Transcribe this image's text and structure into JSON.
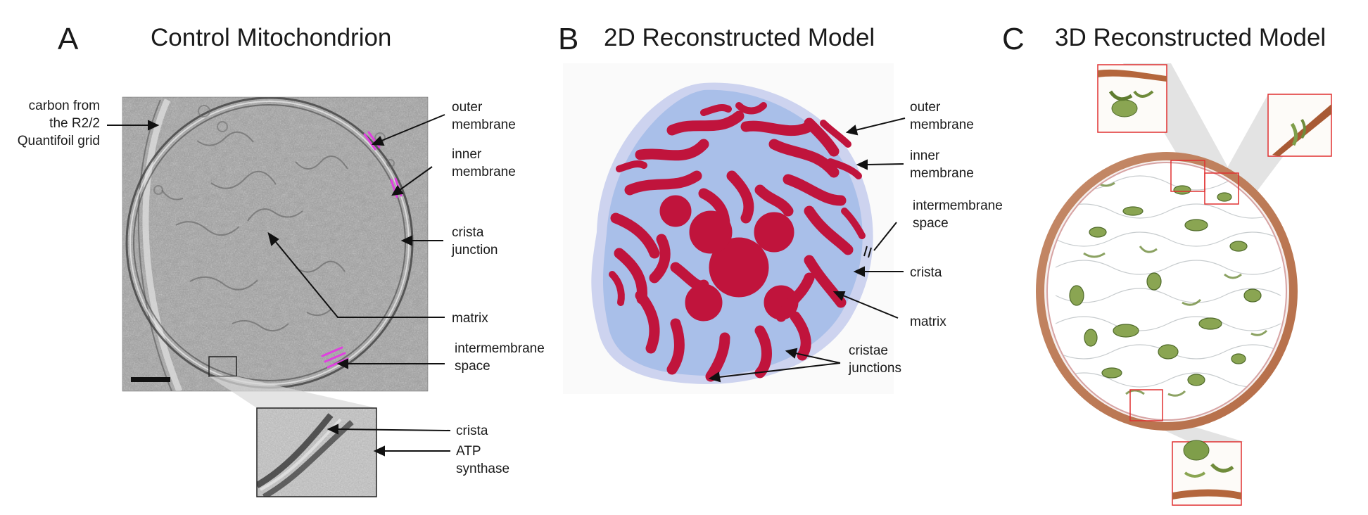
{
  "panels": {
    "a": {
      "letter": "A",
      "title": "Control Mitochondrion"
    },
    "b": {
      "letter": "B",
      "title": "2D Reconstructed Model"
    },
    "c": {
      "letter": "C",
      "title": "3D Reconstructed Model"
    }
  },
  "labels_a": {
    "carbon": "carbon from\nthe R2/2\nQuantifoil grid",
    "outer": "outer\nmembrane",
    "inner": "inner\nmembrane",
    "junction": "crista\njunction",
    "matrix": "matrix",
    "ims": "intermembrane\nspace",
    "inset_crista": "crista",
    "inset_atp": "ATP\nsynthase"
  },
  "labels_b": {
    "outer": "outer\nmembrane",
    "inner": "inner\nmembrane",
    "ims": "intermembrane\nspace",
    "crista": "crista",
    "matrix": "matrix",
    "junctions": "cristae\njunctions"
  },
  "colors": {
    "membrane_marker": "#e040e0",
    "cristae_2d": "#c0143c",
    "matrix_2d": "#aabfe8",
    "ims_2d": "#c7cdec",
    "cristae_3d": "#7f9e4a",
    "outer_3d": "#b86a3c",
    "inset_frame": "#e03030"
  }
}
